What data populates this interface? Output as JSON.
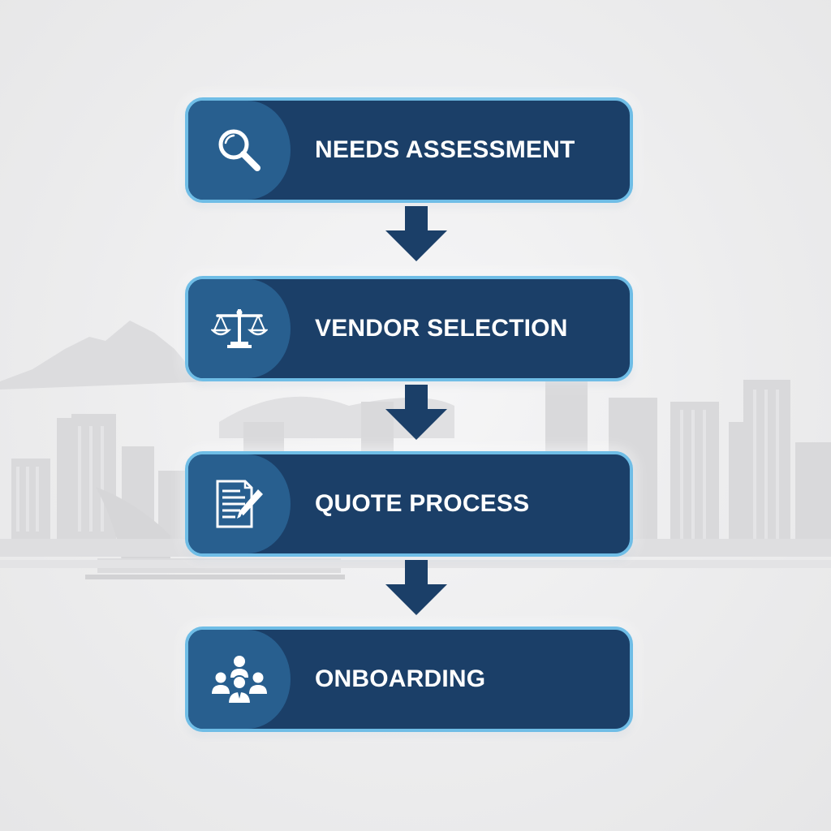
{
  "flow": {
    "steps": [
      {
        "label": "NEEDS ASSESSMENT",
        "icon": "magnifier-icon"
      },
      {
        "label": "VENDOR SELECTION",
        "icon": "scales-icon"
      },
      {
        "label": "QUOTE PROCESS",
        "icon": "document-pen-icon"
      },
      {
        "label": "ONBOARDING",
        "icon": "team-icon"
      }
    ],
    "connector": "down-arrow-icon"
  },
  "colors": {
    "box_fill": "#1b3f68",
    "icon_panel": "#285f8f",
    "box_border": "#6fbde6",
    "arrow": "#1b3f68",
    "background": "#efeff0"
  }
}
